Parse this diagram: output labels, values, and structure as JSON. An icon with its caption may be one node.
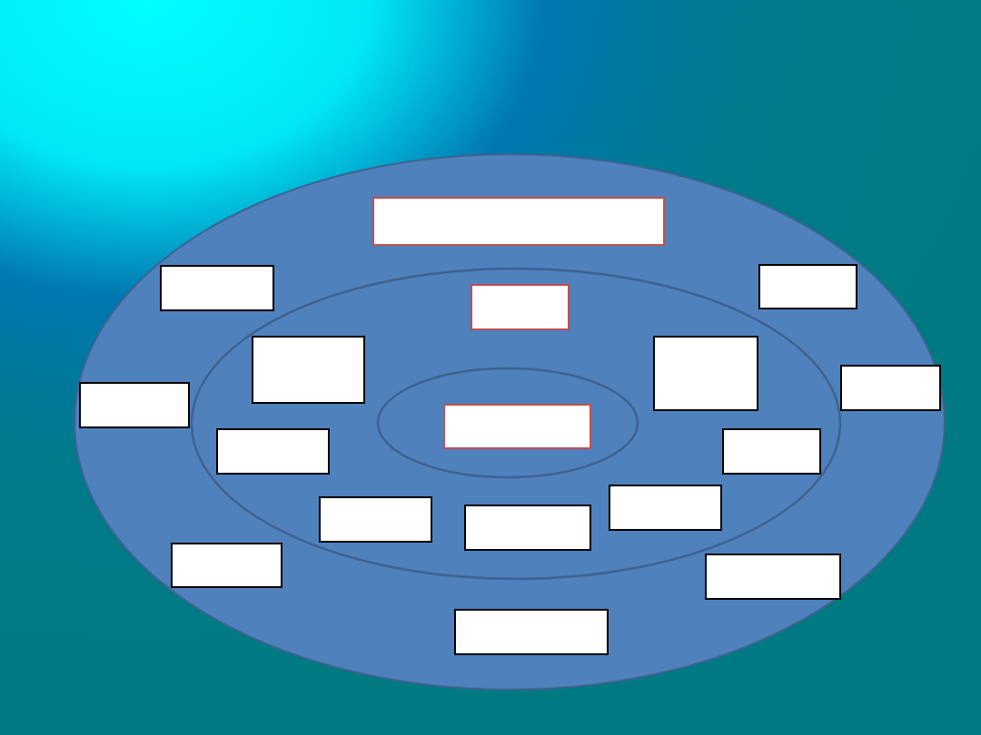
{
  "diagram": {
    "nodes": [
      {
        "text": [],
        "shape": "ellipse"
      },
      {
        "text": [],
        "shape": "ellipse",
        "in": 0
      },
      {
        "text": [],
        "shape": "ellipse",
        "in": 1
      },
      {
        "text": [],
        "shape": "box",
        "in": 0
      },
      {
        "text": [],
        "shape": "box",
        "in": 0
      },
      {
        "text": [],
        "shape": "box",
        "in": 0
      },
      {
        "text": [],
        "shape": "box",
        "in": 1
      },
      {
        "text": [],
        "shape": "box",
        "in": 1
      },
      {
        "text": [],
        "shape": "box",
        "in": 1
      },
      {
        "text": [],
        "shape": "box",
        "in": 0
      },
      {
        "text": [],
        "shape": "box",
        "in": 0
      },
      {
        "text": [],
        "shape": "box",
        "in": 2
      },
      {
        "text": [],
        "shape": "box",
        "in": 1
      },
      {
        "text": [],
        "shape": "box",
        "in": 1
      },
      {
        "text": [],
        "shape": "box",
        "in": 1
      },
      {
        "text": [],
        "shape": "box",
        "in": 1
      },
      {
        "text": [],
        "shape": "box",
        "in": 1
      },
      {
        "text": [],
        "shape": "box",
        "in": 0
      },
      {
        "text": [],
        "shape": "box",
        "in": 0
      },
      {
        "text": [],
        "shape": "box",
        "in": 0
      }
    ]
  }
}
